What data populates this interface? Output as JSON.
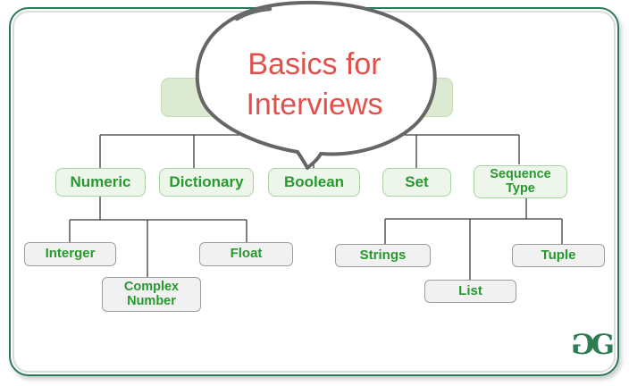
{
  "annotation": {
    "line1": "Basics for",
    "line2": "Interviews",
    "text_color": "#e2504b"
  },
  "tree": {
    "level2": [
      {
        "label": "Numeric"
      },
      {
        "label": "Dictionary"
      },
      {
        "label": "Boolean"
      },
      {
        "label": "Set"
      },
      {
        "label": "Sequence Type"
      }
    ],
    "numeric_children": [
      {
        "label": "Interger"
      },
      {
        "label": "Complex Number"
      },
      {
        "label": "Float"
      }
    ],
    "sequence_children": [
      {
        "label": "Strings"
      },
      {
        "label": "List"
      },
      {
        "label": "Tuple"
      }
    ]
  },
  "logo": {
    "left": "G",
    "right": "G"
  },
  "colors": {
    "frame_border": "#2a7c58",
    "node_green_fill": "#eef6ec",
    "node_green_border": "#a6d3a0",
    "node_gray_fill": "#f1f1f1",
    "node_gray_border": "#9e9e9e",
    "label_green": "#27992e",
    "root_fill": "#dcead2",
    "connector": "#3b3b3b",
    "bubble_stroke": "#666666",
    "bubble_text": "#e2504b",
    "logo_green": "#2e7d52"
  }
}
